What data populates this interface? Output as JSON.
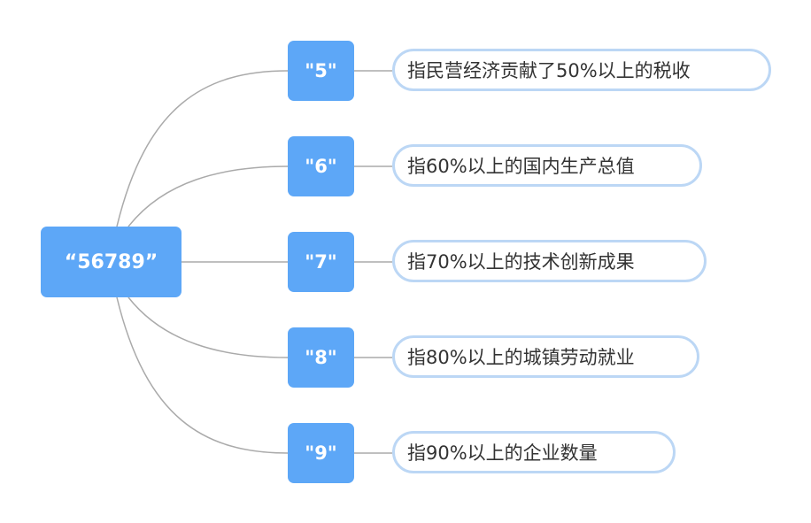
{
  "colors": {
    "node_fill": "#5da7f7",
    "node_text": "#ffffff",
    "leaf_border": "#bcd7f5",
    "leaf_text": "#333333",
    "connector": "#aaaaaa"
  },
  "root": {
    "label": "“56789”"
  },
  "branches": [
    {
      "label": "\"5\"",
      "detail": "指民营经济贡献了50%以上的税收"
    },
    {
      "label": "\"6\"",
      "detail": "指60%以上的国内生产总值"
    },
    {
      "label": "\"7\"",
      "detail": "指70%以上的技术创新成果"
    },
    {
      "label": "\"8\"",
      "detail": "指80%以上的城镇劳动就业"
    },
    {
      "label": "\"9\"",
      "detail": "指90%以上的企业数量"
    }
  ]
}
